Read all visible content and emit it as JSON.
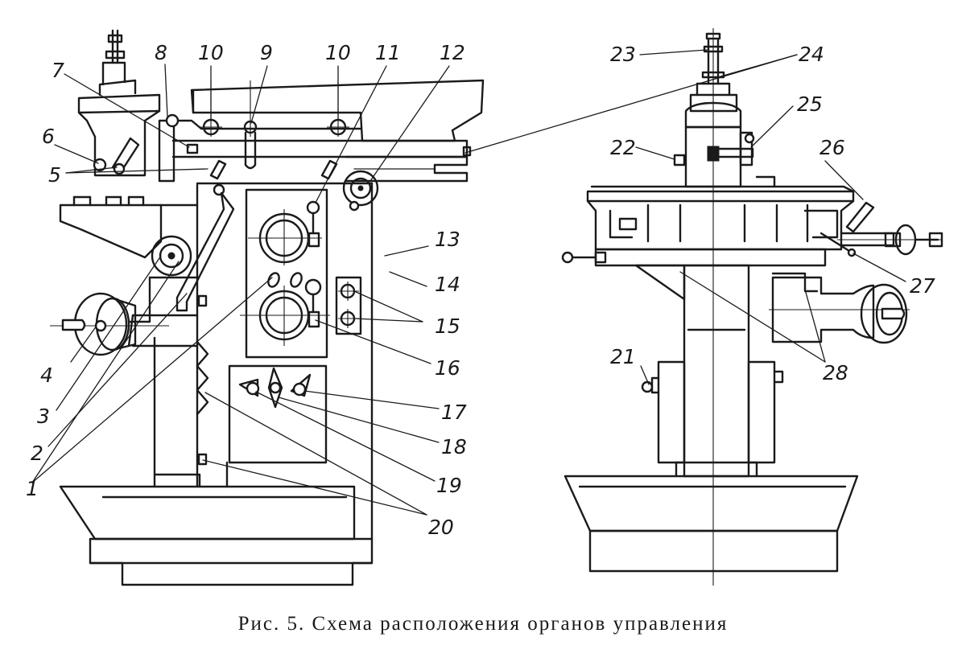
{
  "caption": "Рис. 5. Схема расположения органов управления",
  "callouts": [
    "1",
    "2",
    "3",
    "4",
    "5",
    "6",
    "7",
    "8",
    "9",
    "10",
    "10",
    "11",
    "12",
    "13",
    "14",
    "15",
    "16",
    "17",
    "18",
    "19",
    "20",
    "21",
    "22",
    "23",
    "24",
    "25",
    "26",
    "27",
    "28"
  ]
}
